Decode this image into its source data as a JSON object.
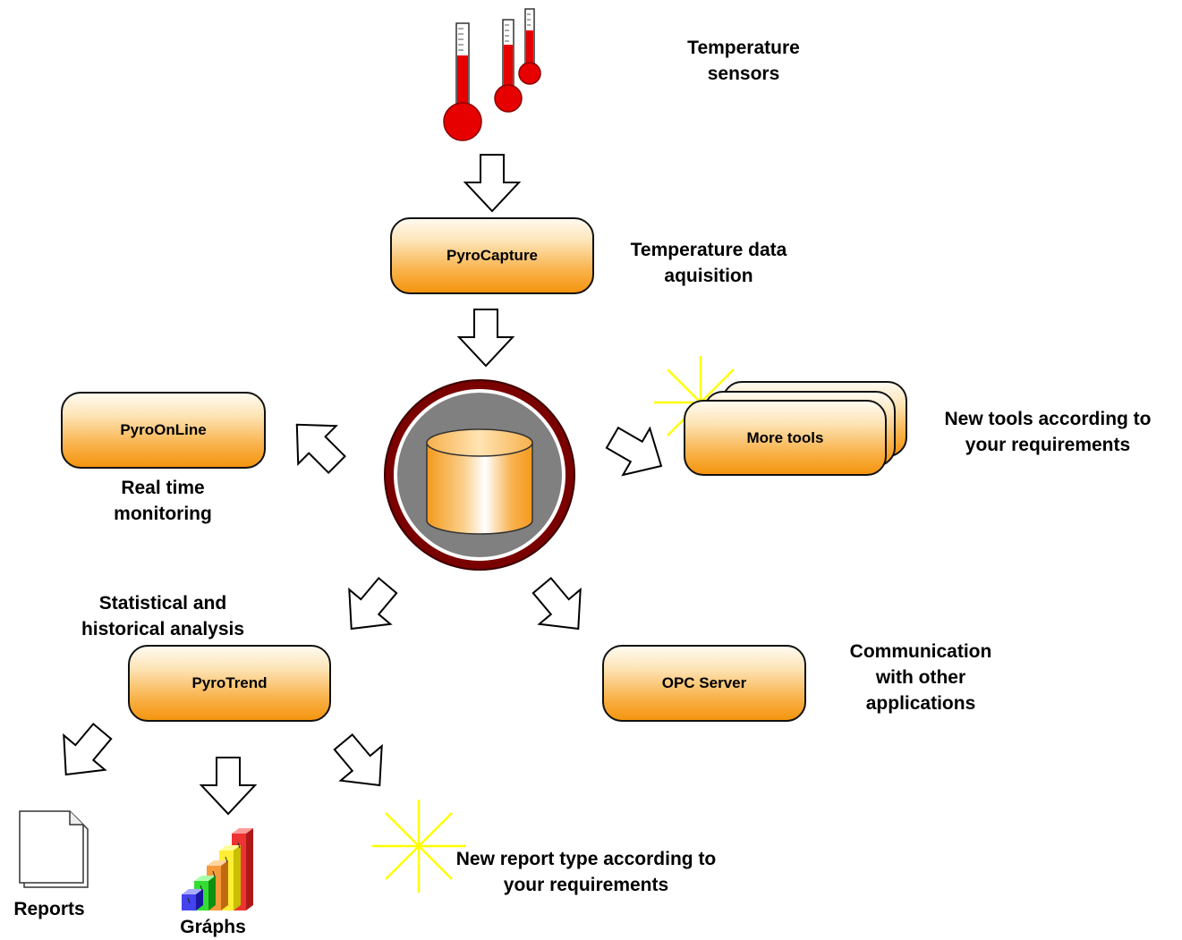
{
  "colors": {
    "box_top": "#fffaf0",
    "box_bottom": "#f4950f",
    "thermo_red": "#e60000",
    "db_ring": "#7a0000",
    "db_bg": "#808080",
    "starburst": "#ffff00"
  },
  "icons": [
    "thermometer-icon",
    "database-icon",
    "document-icon",
    "bar-graph-icon",
    "starburst-icon",
    "arrow-icon"
  ],
  "nodes": {
    "pyrocapture": "PyroCapture",
    "pyroonline": "PyroOnLine",
    "pyrotrend": "PyroTrend",
    "opc_server": "OPC Server",
    "more_tools": "More tools"
  },
  "labels": {
    "sensors": [
      "Temperature",
      "sensors"
    ],
    "acquisition": [
      "Temperature data",
      "aquisition"
    ],
    "realtime": [
      "Real time",
      "monitoring"
    ],
    "new_tools": [
      "New tools according to",
      "your requirements"
    ],
    "statistical": [
      "Statistical and",
      "historical analysis"
    ],
    "communication": [
      "Communication",
      "with other",
      "applications"
    ],
    "reports": "Reports",
    "graphs": "Gráphs",
    "new_report": [
      "New report type according to",
      "your requirements"
    ]
  }
}
